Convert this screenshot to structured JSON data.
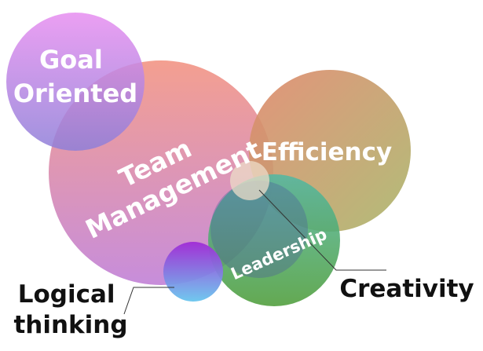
{
  "bubbles": {
    "goal_oriented": {
      "line1": "Goal",
      "line2": "Oriented",
      "color_top": "#e78ef0",
      "color_bottom": "#8e7fd8"
    },
    "team_management": {
      "line1": "Team",
      "line2": "Management",
      "color_top": "#f39a8a",
      "color_bottom": "#c487d9"
    },
    "efficiency": {
      "label": "Efficiency",
      "color_top": "#e0886c",
      "color_bottom": "#a9b66a"
    },
    "leadership": {
      "label": "Leadership",
      "color_top": "#53b8a3",
      "color_bottom": "#4e9d3a"
    },
    "logical_thinking": {
      "color_top": "#a02bd6",
      "color_bottom": "#68c6ee"
    },
    "creativity": {
      "color": "#ecdcc8"
    }
  },
  "callouts": {
    "logical_thinking": {
      "line1": "Logical",
      "line2": "thinking"
    },
    "creativity": {
      "label": "Creativity"
    }
  }
}
